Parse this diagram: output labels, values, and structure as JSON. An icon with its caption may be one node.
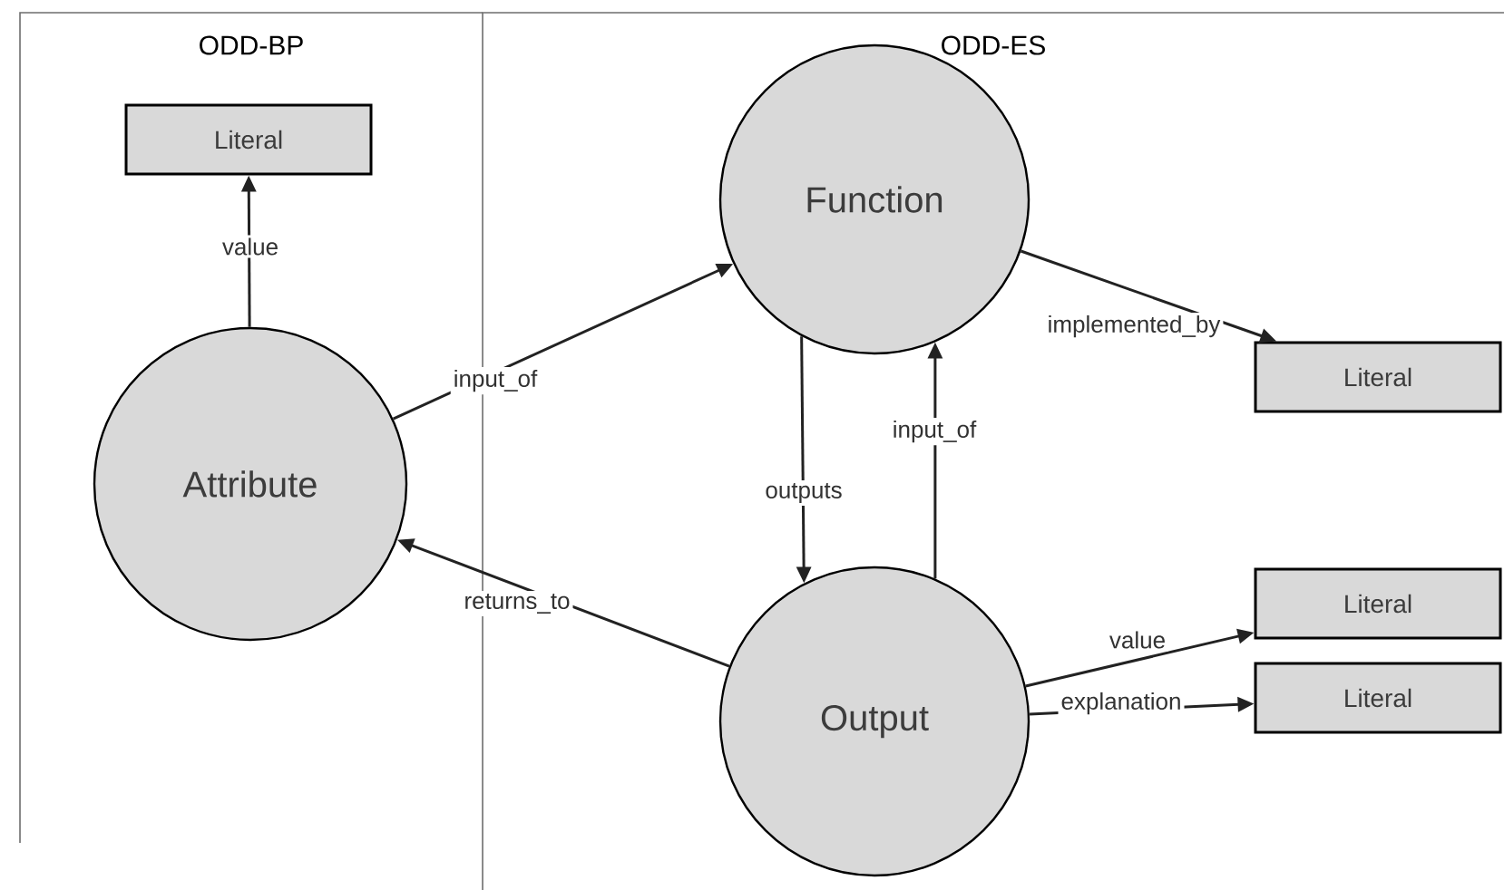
{
  "diagram": {
    "nodes": [
      {
        "text": [
          "ODD-BP"
        ]
      },
      {
        "text": [
          "ODD-ES"
        ]
      },
      {
        "text": [
          "Literal"
        ],
        "in": 0
      },
      {
        "text": [
          "Attribute"
        ],
        "in": 0
      },
      {
        "text": [
          "Function"
        ],
        "in": 1
      },
      {
        "text": [
          "Literal"
        ],
        "in": 1
      },
      {
        "text": [
          "Output"
        ],
        "in": 1
      },
      {
        "text": [
          "Literal"
        ],
        "in": 1
      },
      {
        "text": [
          "Literal"
        ],
        "in": 1
      }
    ],
    "edges": [
      {
        "from": 3,
        "to": 2,
        "arrow": "to",
        "label": "value"
      },
      {
        "from": 3,
        "to": 4,
        "arrow": "to",
        "label": "input_of"
      },
      {
        "from": 4,
        "to": 5,
        "arrow": "to",
        "label": "implemented_by"
      },
      {
        "from": 4,
        "to": 6,
        "arrow": "to",
        "label": "outputs"
      },
      {
        "from": 6,
        "to": 4,
        "arrow": "to",
        "label": "input_of"
      },
      {
        "from": 6,
        "to": 3,
        "arrow": "to",
        "label": "returns_to"
      },
      {
        "from": 6,
        "to": 7,
        "arrow": "to",
        "label": "value"
      },
      {
        "from": 6,
        "to": 8,
        "arrow": "to",
        "label": "explanation"
      }
    ]
  }
}
